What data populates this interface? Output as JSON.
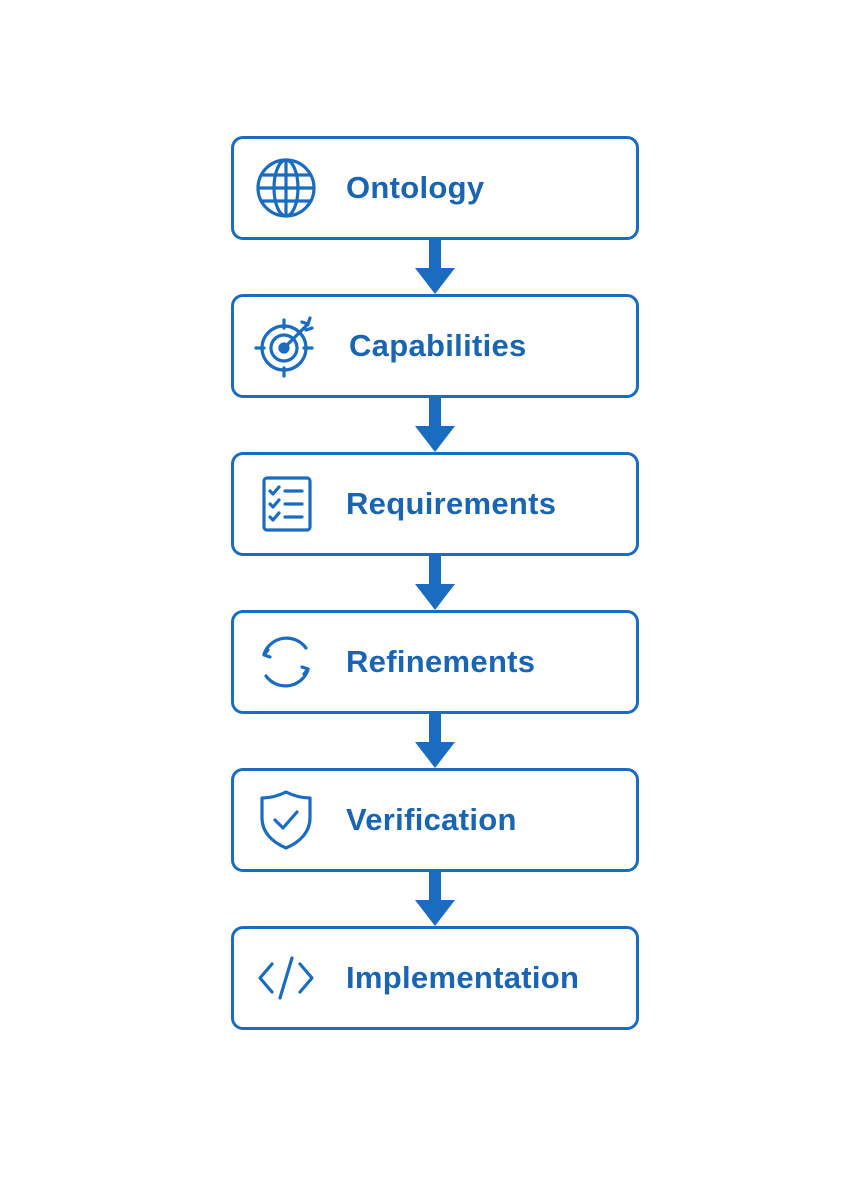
{
  "colors": {
    "accent": "#1a6cc0",
    "text": "#1a65b3",
    "background": "#ffffff"
  },
  "steps": [
    {
      "label": "Ontology",
      "icon": "globe-icon"
    },
    {
      "label": "Capabilities",
      "icon": "target-icon"
    },
    {
      "label": "Requirements",
      "icon": "checklist-icon"
    },
    {
      "label": "Refinements",
      "icon": "refresh-icon"
    },
    {
      "label": "Verification",
      "icon": "shield-check-icon"
    },
    {
      "label": "Implementation",
      "icon": "code-icon"
    }
  ]
}
